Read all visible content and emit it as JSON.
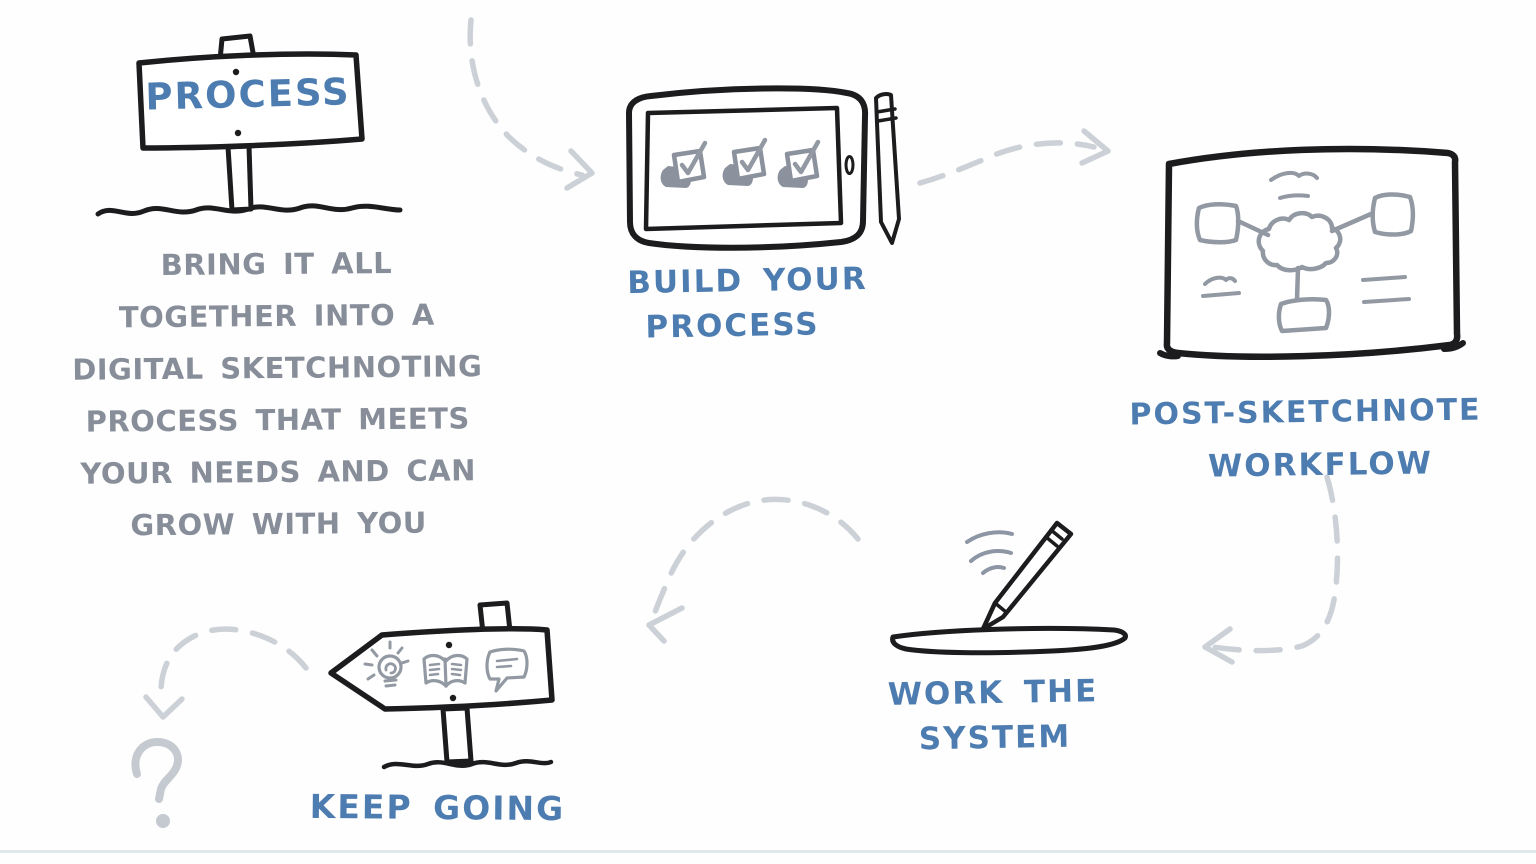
{
  "palette": {
    "background": "#fefefe",
    "ink": "#1c1c1e",
    "label_blue": "#4d7cb0",
    "note_gray": "#878e99",
    "sketch_gray": "#9299a3",
    "arrow_gray": "#ccd1d7",
    "footer_line": "#dfe9ea"
  },
  "process_sign": {
    "label": "PROCESS"
  },
  "intro_note": {
    "lines": [
      "BRING IT ALL",
      "TOGETHER INTO A",
      "DIGITAL SKETCHNOTING",
      "PROCESS THAT MEETS",
      "YOUR NEEDS AND CAN",
      "GROW WITH YOU"
    ]
  },
  "steps": {
    "build": {
      "line1": "BUILD YOUR",
      "line2": "PROCESS"
    },
    "workflow": {
      "line1": "POST-SKETCHNOTE",
      "line2": "WORKFLOW"
    },
    "work": {
      "line1": "WORK THE",
      "line2": "SYSTEM"
    },
    "keep": {
      "label": "KEEP GOING"
    }
  },
  "icons": {
    "signpost": "signpost-icon",
    "tablet": "tablet-icon",
    "checkbox": "checked-checkbox-icon",
    "stylus": "stylus-icon",
    "whiteboard": "whiteboard-mindmap-icon",
    "pencil": "pencil-icon",
    "direction_sign": "direction-sign-icon",
    "lightbulb": "lightbulb-icon",
    "open_book": "open-book-icon",
    "speech_bubble": "speech-bubble-icon",
    "question_mark": "question-mark-icon"
  }
}
